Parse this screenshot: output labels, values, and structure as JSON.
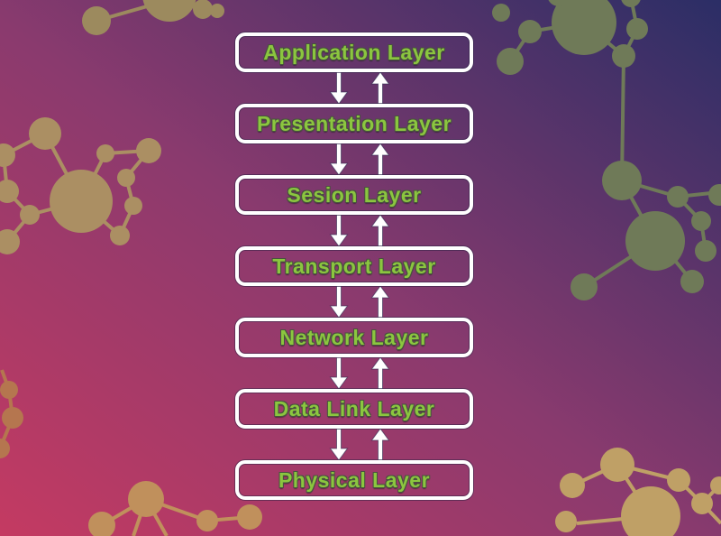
{
  "diagram": {
    "layers": [
      {
        "label": "Application Layer"
      },
      {
        "label": "Presentation Layer"
      },
      {
        "label": "Sesion Layer"
      },
      {
        "label": "Transport Layer"
      },
      {
        "label": "Network Layer"
      },
      {
        "label": "Data Link Layer"
      },
      {
        "label": "Physical Layer"
      }
    ],
    "label_color": "#8bc63f",
    "box_border_color": "#ffffff",
    "arrow_color": "#ffffff"
  },
  "background": {
    "gradient_bottom_left": "#c43a62",
    "gradient_middle": "#8a3a6e",
    "gradient_top_right": "#2b2e66"
  },
  "decorations": {
    "network_left": {
      "color": "#ab8f63"
    },
    "network_top_left": {
      "color": "#9c8a5e"
    },
    "network_top_right": {
      "color": "#6f7a58"
    },
    "network_bottom_right": {
      "color": "#bfa066"
    },
    "network_bottom_center": {
      "color": "#c0905c"
    },
    "network_left_edge": {
      "color": "#b5764f"
    }
  }
}
